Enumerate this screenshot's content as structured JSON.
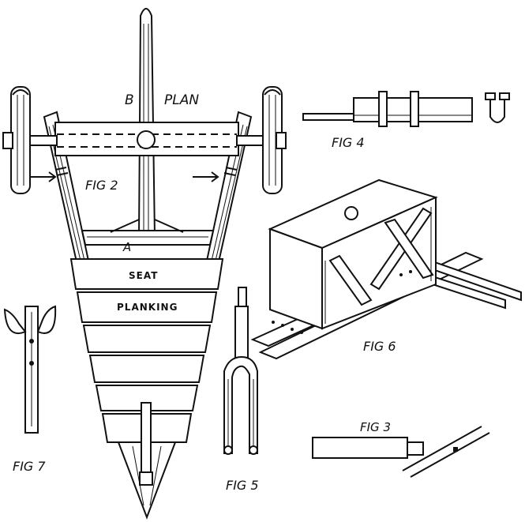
{
  "labels": {
    "plan": "PLAN",
    "point_b": "B",
    "point_a": "A",
    "seat": "SEAT",
    "planking": "PLANKING",
    "fig2": "FIG 2",
    "fig3": "FIG 3",
    "fig4": "FIG 4",
    "fig5": "FIG 5",
    "fig6": "FIG 6",
    "fig7": "FIG 7"
  }
}
